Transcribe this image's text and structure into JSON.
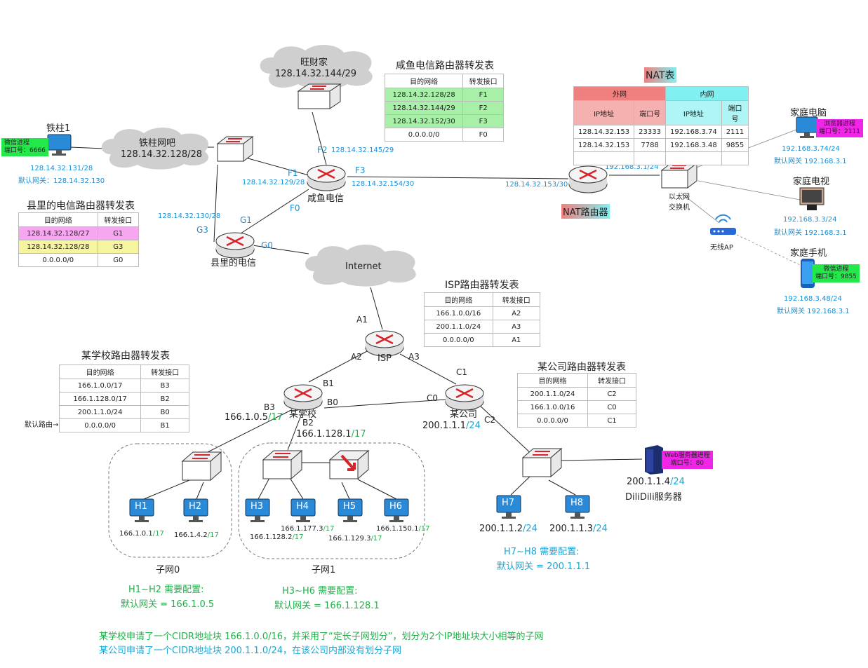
{
  "title": "网络拓扑示意图（IP编址、转发表、NAT）",
  "colors": {
    "blue_text": "#1a8fd6",
    "green_text": "#22b04a",
    "cyan_text": "#19a8d8",
    "router_red": "#d8232a",
    "pink": "#f7a6f0",
    "yellow": "#f7f4a0",
    "green_row": "#a8f0a8",
    "nat_red": "#f08080",
    "nat_cyan": "#80f0f0",
    "magenta_badge": "#f025e8",
    "green_badge": "#22e84a"
  },
  "clouds": {
    "wangcaijia": {
      "name": "旺财家",
      "subnet": "128.14.32.144/29"
    },
    "tiezhu_netbar": {
      "name": "铁柱网吧",
      "subnet": "128.14.32.128/28"
    },
    "internet": {
      "name": "Internet"
    }
  },
  "hosts": {
    "tiezhu1": {
      "name": "铁柱1",
      "process": "微信进程",
      "port": "端口号：6666",
      "ip": "128.14.32.131/28",
      "gateway": "默认网关：128.14.32.130"
    },
    "home_pc": {
      "name": "家庭电脑",
      "process": "浏览器进程",
      "port": "端口号：2111",
      "ip": "192.168.3.74/24",
      "gateway": "默认网关 192.168.3.1"
    },
    "home_tv": {
      "name": "家庭电视",
      "ip": "192.168.3.3/24",
      "gateway": "默认网关 192.168.3.1"
    },
    "home_phone": {
      "name": "家庭手机",
      "process": "微信进程",
      "port": "端口号：9855",
      "ip": "192.168.3.48/24",
      "gateway": "默认网关 192.168.3.1"
    },
    "web_server": {
      "name": "DiliDili服务器",
      "process": "Web服务器进程",
      "port": "端口号：80",
      "ip_main": "200.1.1.4",
      "ip_mask": "/24"
    }
  },
  "routers": {
    "xianyu": {
      "name": "咸鱼电信",
      "ifaces": {
        "F0": {
          "label": "F0"
        },
        "F1": {
          "label": "F1",
          "ip": "128.14.32.129/28"
        },
        "F2": {
          "label": "F2",
          "ip": "128.14.32.145/29"
        },
        "F3": {
          "label": "F3",
          "ip": "128.14.32.154/30"
        }
      }
    },
    "county": {
      "name": "县里的电信",
      "ifaces": {
        "G0": {
          "label": "G0"
        },
        "G1": {
          "label": "G1"
        },
        "G3": {
          "label": "G3",
          "ip": "128.14.32.130/28"
        }
      }
    },
    "nat": {
      "name": "NAT路由器",
      "wan_ip": "128.14.32.153/30",
      "lan_ip": "192.168.3.1/24"
    },
    "isp": {
      "name": "ISP",
      "ifaces": {
        "A1": "A1",
        "A2": "A2",
        "A3": "A3"
      }
    },
    "school": {
      "name": "某学校",
      "ifaces": {
        "B0": "B0",
        "B1": "B1",
        "B2": "B2",
        "B3": "B3"
      },
      "b3_ip": "166.1.0.5",
      "b3_mask": "/17",
      "b2_ip": "166.1.128.1",
      "b2_mask": "/17"
    },
    "company": {
      "name": "某公司",
      "ifaces": {
        "C0": "C0",
        "C1": "C1",
        "C2": "C2"
      },
      "c2_ip": "200.1.1.1",
      "c2_mask": "/24"
    }
  },
  "switches": {
    "ethernet": {
      "name": "以太网\n交换机",
      "line1": "以太网",
      "line2": "交换机"
    },
    "wireless_ap": {
      "name": "无线AP"
    }
  },
  "tables": {
    "xianyu_table": {
      "title": "咸鱼电信路由器转发表",
      "headers": [
        "目的网络",
        "转发接口"
      ],
      "rows": [
        [
          "128.14.32.128/28",
          "F1"
        ],
        [
          "128.14.32.144/29",
          "F2"
        ],
        [
          "128.14.32.152/30",
          "F3"
        ],
        [
          "0.0.0.0/0",
          "F0"
        ]
      ]
    },
    "county_table": {
      "title": "县里的电信路由器转发表",
      "headers": [
        "目的网络",
        "转发接口"
      ],
      "rows": [
        [
          "128.14.32.128/27",
          "G1"
        ],
        [
          "128.14.32.128/28",
          "G3"
        ],
        [
          "0.0.0.0/0",
          "G0"
        ]
      ]
    },
    "isp_table": {
      "title": "ISP路由器转发表",
      "headers": [
        "目的网络",
        "转发接口"
      ],
      "rows": [
        [
          "166.1.0.0/16",
          "A2"
        ],
        [
          "200.1.1.0/24",
          "A3"
        ],
        [
          "0.0.0.0/0",
          "A1"
        ]
      ]
    },
    "school_table": {
      "title": "某学校路由器转发表",
      "headers": [
        "目的网络",
        "转发接口"
      ],
      "rows": [
        [
          "166.1.0.0/17",
          "B3"
        ],
        [
          "166.1.128.0/17",
          "B2"
        ],
        [
          "200.1.1.0/24",
          "B0"
        ],
        [
          "0.0.0.0/0",
          "B1"
        ]
      ],
      "default_route_label": "默认路由→"
    },
    "company_table": {
      "title": "某公司路由器转发表",
      "headers": [
        "目的网络",
        "转发接口"
      ],
      "rows": [
        [
          "200.1.1.0/24",
          "C2"
        ],
        [
          "166.1.0.0/16",
          "C0"
        ],
        [
          "0.0.0.0/0",
          "C1"
        ]
      ]
    },
    "nat_table": {
      "title": "NAT表",
      "group_wan": "外网",
      "group_lan": "内网",
      "headers": [
        "IP地址",
        "端口号",
        "IP地址",
        "端口号"
      ],
      "rows": [
        [
          "128.14.32.153",
          "23333",
          "192.168.3.74",
          "2111"
        ],
        [
          "128.14.32.153",
          "7788",
          "192.168.3.48",
          "9855"
        ],
        [
          "",
          "",
          "",
          ""
        ]
      ]
    }
  },
  "subnets": {
    "subnet0": {
      "name": "子网0",
      "hosts": [
        {
          "name": "H1",
          "ip": "166.1.0.1",
          "mask": "/17"
        },
        {
          "name": "H2",
          "ip": "166.1.4.2",
          "mask": "/17"
        }
      ],
      "config_title": "H1~H2 需要配置:",
      "config_gateway": "默认网关 = 166.1.0.5"
    },
    "subnet1": {
      "name": "子网1",
      "hosts": [
        {
          "name": "H3",
          "ip": "166.1.128.2",
          "mask": "/17"
        },
        {
          "name": "H4",
          "ip": "166.1.177.3",
          "mask": "/17"
        },
        {
          "name": "H5",
          "ip": "166.1.129.3",
          "mask": "/17"
        },
        {
          "name": "H6",
          "ip": "166.1.150.1",
          "mask": "/17"
        }
      ],
      "config_title": "H3~H6 需要配置:",
      "config_gateway": "默认网关 = 166.1.128.1"
    },
    "company_lan": {
      "hosts": [
        {
          "name": "H7",
          "ip": "200.1.1.2",
          "mask": "/24"
        },
        {
          "name": "H8",
          "ip": "200.1.1.3",
          "mask": "/24"
        }
      ],
      "config_title": "H7~H8 需要配置:",
      "config_gateway": "默认网关 = 200.1.1.1"
    }
  },
  "notes": [
    "某学校申请了一个CIDR地址块 166.1.0.0/16，并采用了“定长子网划分”，划分为2个IP地址块大小相等的子网",
    "某公司申请了一个CIDR地址块 200.1.1.0/24，在该公司内部没有划分子网"
  ]
}
